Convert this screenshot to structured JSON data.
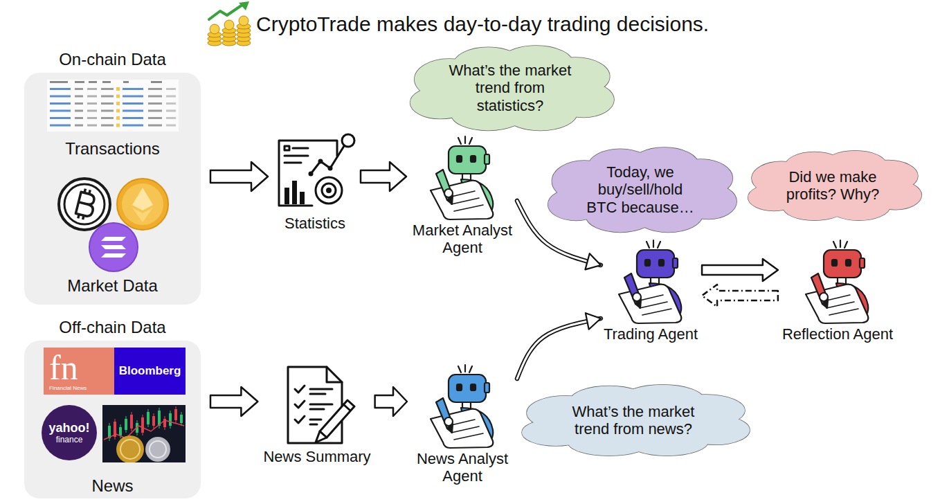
{
  "diagram": {
    "title": "CryptoTrade makes day-to-day trading decisions.",
    "nodes": [
      {
        "text": [
          "On-chain Data",
          "Transactions",
          "Market Data"
        ]
      },
      {
        "text": [
          "Off-chain Data",
          "News"
        ]
      },
      {
        "text": [
          "fn",
          "Financial News"
        ],
        "in": 1
      },
      {
        "text": [
          "Bloomberg"
        ],
        "in": 1
      },
      {
        "text": [
          "yahoo!",
          "finance"
        ],
        "in": 1
      },
      {
        "text": [
          "Statistics"
        ]
      },
      {
        "text": [
          "Market Analyst Agent"
        ]
      },
      {
        "text": [
          "What’s the market trend from statistics?"
        ]
      },
      {
        "text": [
          "Today, we buy/sell/hold BTC because…"
        ]
      },
      {
        "text": [
          "Did we make profits? Why?"
        ]
      },
      {
        "text": [
          "Trading Agent"
        ]
      },
      {
        "text": [
          "Reflection Agent"
        ]
      },
      {
        "text": [
          "News Summary"
        ]
      },
      {
        "text": [
          "News Analyst Agent"
        ]
      },
      {
        "text": [
          "What’s the market trend from news?"
        ]
      }
    ],
    "edges": [
      {
        "from": 0,
        "to": 5,
        "arrow": "to"
      },
      {
        "from": 5,
        "to": 6,
        "arrow": "to"
      },
      {
        "from": 1,
        "to": 12,
        "arrow": "to"
      },
      {
        "from": 12,
        "to": 13,
        "arrow": "to"
      },
      {
        "from": 6,
        "to": 10,
        "arrow": "to"
      },
      {
        "from": 13,
        "to": 10,
        "arrow": "to"
      },
      {
        "from": 10,
        "to": 11,
        "arrow": "to"
      },
      {
        "from": 11,
        "to": 10,
        "arrow": "to"
      }
    ]
  }
}
